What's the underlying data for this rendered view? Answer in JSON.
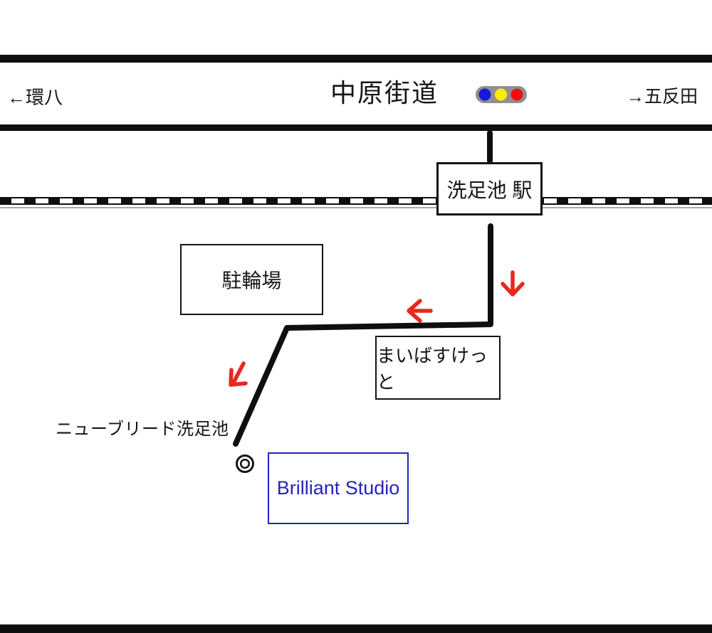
{
  "road": {
    "name": "中原街道",
    "left_direction": "←環八",
    "right_direction": "→五反田"
  },
  "traffic_light": {
    "body_color": "#8f8f8f",
    "left_color": "#1818dd",
    "middle_color": "#ffec00",
    "right_color": "#ee1010"
  },
  "station": {
    "label": "洗足池 駅"
  },
  "places": {
    "bicycle_parking": "駐輪場",
    "supermarket": "まいばすけっと",
    "building": "ニューブリード洗足池",
    "destination": "Brilliant Studio"
  },
  "icons": {
    "traffic_light": "horizontal-three-lamp-signal",
    "entrance_marker": "double-circle ◎",
    "route_arrows": [
      "down",
      "left",
      "down-left"
    ]
  },
  "colors": {
    "arrow_red": "#e8271d",
    "destination_blue": "#2525bb",
    "line_black": "#0f0f0f",
    "marker_black": "#141414"
  }
}
